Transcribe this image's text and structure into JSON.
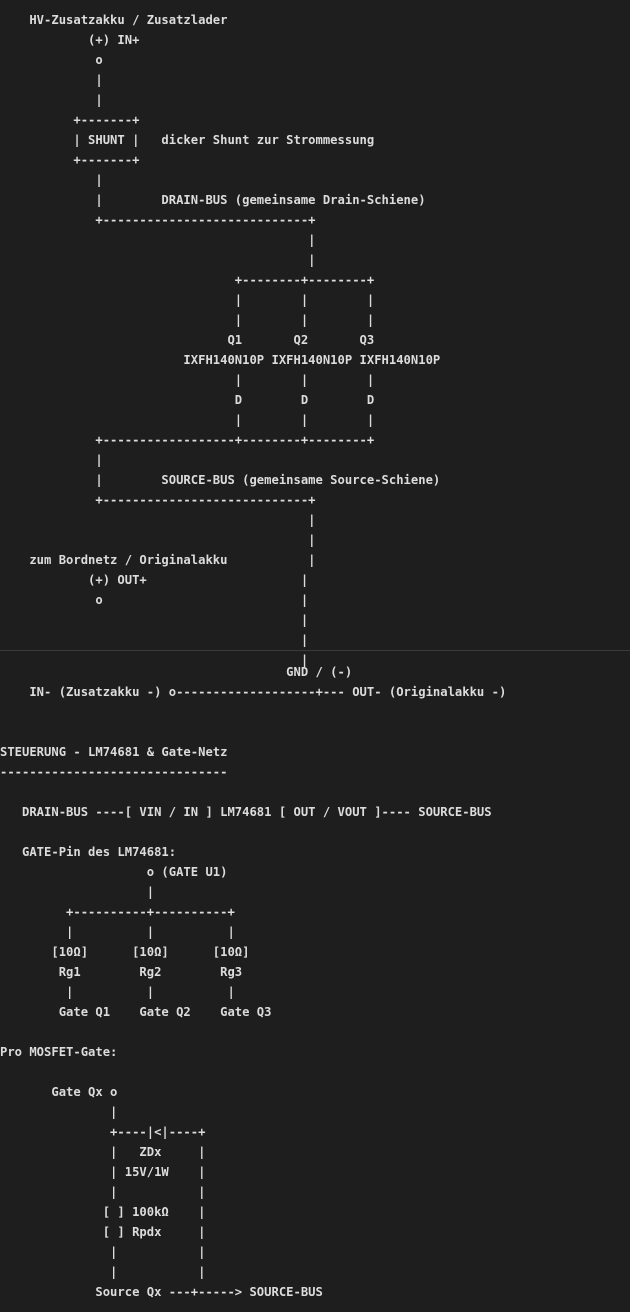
{
  "power_section": {
    "lines": [
      "    HV-Zusatzakku / Zusatzlader",
      "            (+) IN+",
      "             o",
      "             |",
      "             |",
      "          +-------+",
      "          | SHUNT |   dicker Shunt zur Strommessung",
      "          +-------+",
      "             |",
      "             |        DRAIN-BUS (gemeinsame Drain-Schiene)",
      "             +----------------------------+",
      "                                          |",
      "                                          |",
      "                                +--------+--------+",
      "                                |        |        |",
      "                                |        |        |",
      "                               Q1       Q2       Q3",
      "                         IXFH140N10P IXFH140N10P IXFH140N10P",
      "                                |        |        |",
      "                                D        D        D",
      "                                |        |        |",
      "             +------------------+--------+--------+",
      "             |",
      "             |        SOURCE-BUS (gemeinsame Source-Schiene)",
      "             +----------------------------+",
      "                                          |",
      "                                          |",
      "    zum Bordnetz / Originalakku           |",
      "            (+) OUT+                     |",
      "             o                           |",
      "                                         |",
      "                                         |",
      "                                         |"
    ]
  },
  "control_section": {
    "lines": [
      "                                       GND / (-)",
      "    IN- (Zusatzakku -) o-------------------+--- OUT- (Originalakku -)",
      "",
      "",
      "STEUERUNG - LM74681 & Gate-Netz",
      "-------------------------------",
      "",
      "   DRAIN-BUS ----[ VIN / IN ] LM74681 [ OUT / VOUT ]---- SOURCE-BUS",
      "",
      "   GATE-Pin des LM74681:",
      "                    o (GATE U1)",
      "                    |",
      "         +----------+----------+",
      "         |          |          |",
      "       [10Ω]      [10Ω]      [10Ω]",
      "        Rg1        Rg2        Rg3",
      "         |          |          |",
      "        Gate Q1    Gate Q2    Gate Q3",
      "",
      "Pro MOSFET-Gate:",
      "",
      "       Gate Qx o",
      "               |",
      "               +----|<|----+",
      "               |   ZDx     |",
      "               | 15V/1W    |",
      "               |           |",
      "              [ ] 100kΩ    |",
      "              [ ] Rpdx     |",
      "               |           |",
      "               |           |",
      "             Source Qx ---+-----> SOURCE-BUS"
    ]
  }
}
